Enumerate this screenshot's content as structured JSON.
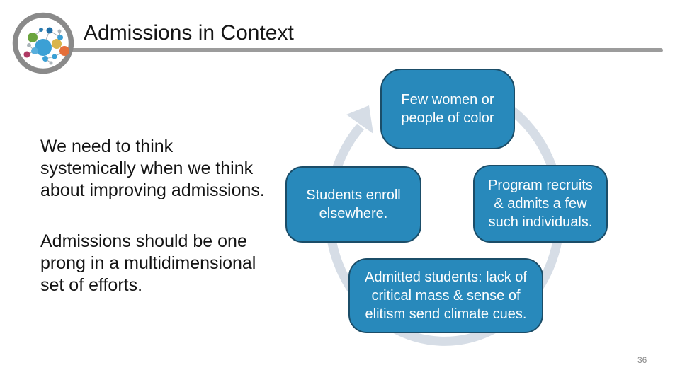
{
  "header": {
    "title": "Admissions in Context",
    "logo_icon": "network-nodes-logo"
  },
  "body": {
    "paragraph1": "We need to think\nsystemically when we think\nabout improving admissions.",
    "paragraph2": "Admissions should be one\nprong in a multidimensional\nset of efforts."
  },
  "diagram": {
    "type": "cycle",
    "direction": "clockwise",
    "nodes": [
      {
        "position": "top",
        "label": "Few women or\npeople of color"
      },
      {
        "position": "right",
        "label": "Program recruits\n& admits a few\nsuch individuals."
      },
      {
        "position": "bottom",
        "label": "Admitted students: lack of\ncritical mass & sense of\nelitism send climate cues."
      },
      {
        "position": "left",
        "label": "Students enroll\nelsewhere."
      }
    ],
    "colors": {
      "node_fill": "#2889bb",
      "node_border": "#1b4d68",
      "node_text": "#ffffff",
      "ring": "#d6dde6"
    }
  },
  "footer": {
    "page_number": "36"
  }
}
